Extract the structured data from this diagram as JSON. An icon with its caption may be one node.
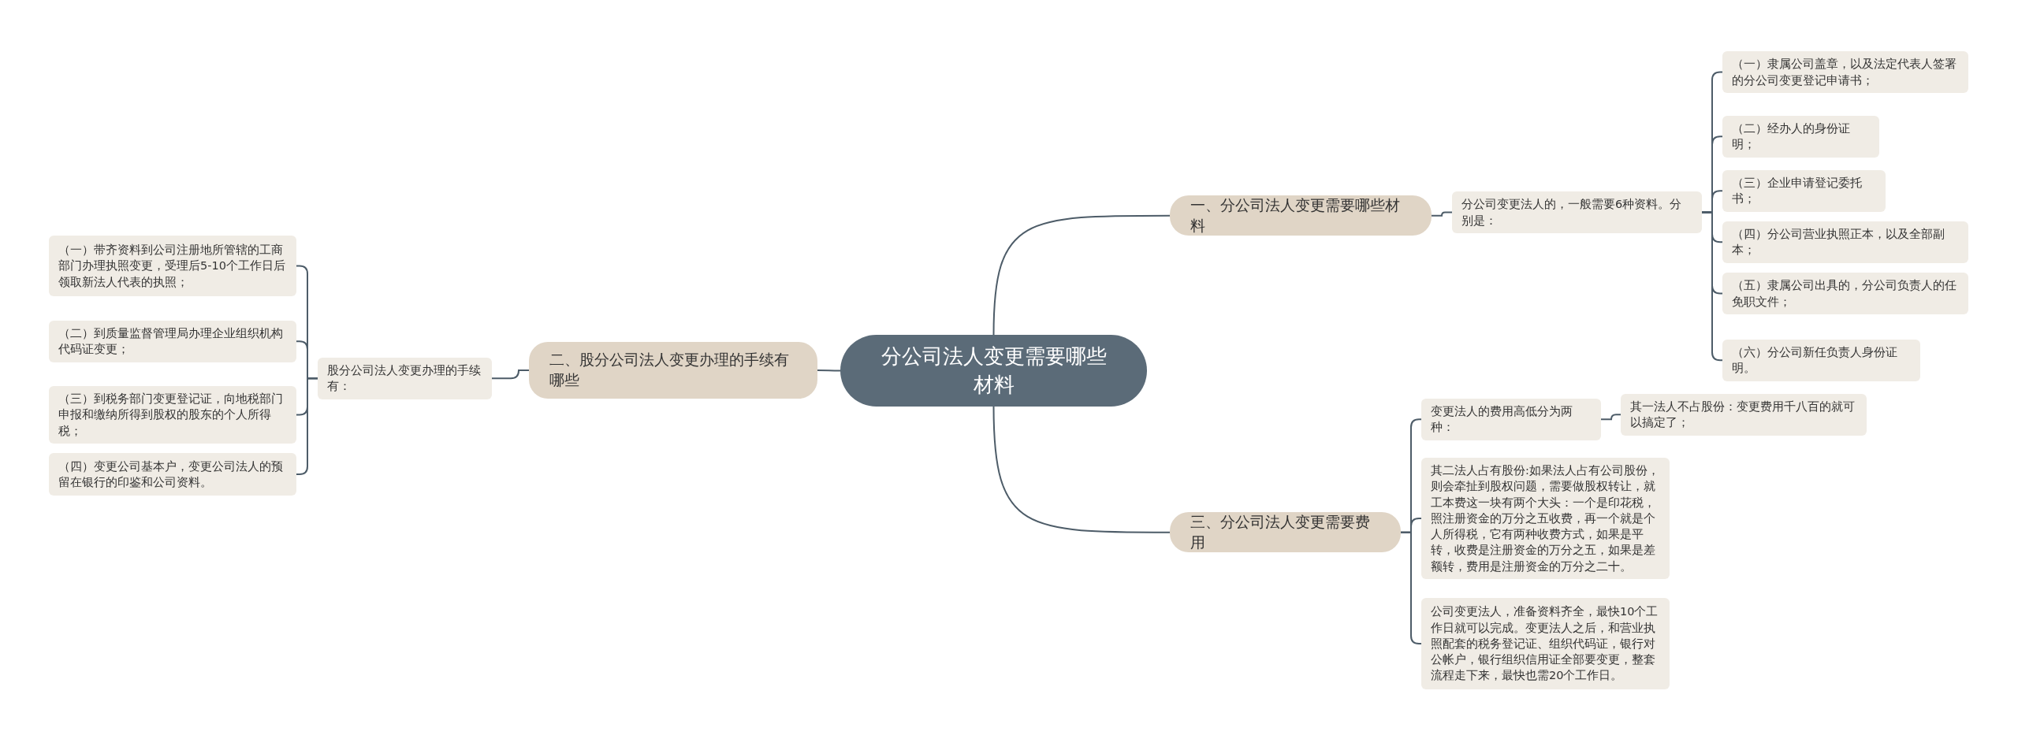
{
  "diagram": {
    "nodes": [
      {
        "text": [
          "分公司法人变更需要哪些材料"
        ]
      },
      {
        "text": [
          "一、分公司法人变更需要哪些材料"
        ]
      },
      {
        "text": [
          "分公司变更法人的，一般需要6种资料。分别是："
        ]
      },
      {
        "text": [
          "（一）隶属公司盖章，以及法定代表人签署的分公司变更登记申请书；"
        ]
      },
      {
        "text": [
          "（二）经办人的身份证明；"
        ]
      },
      {
        "text": [
          "（三）企业申请登记委托书；"
        ]
      },
      {
        "text": [
          "（四）分公司营业执照正本，以及全部副本；"
        ]
      },
      {
        "text": [
          "（五）隶属公司出具的，分公司负责人的任免职文件；"
        ]
      },
      {
        "text": [
          "（六）分公司新任负责人身份证明。"
        ]
      },
      {
        "text": [
          "二、股分公司法人变更办理的手续有哪些"
        ]
      },
      {
        "text": [
          "股分公司法人变更办理的手续有："
        ]
      },
      {
        "text": [
          "（一）带齐资料到公司注册地所管辖的工商部门办理执照变更，受理后5-10个工作日后领取新法人代表的执照；"
        ]
      },
      {
        "text": [
          "（二）到质量监督管理局办理企业组织机构代码证变更；"
        ]
      },
      {
        "text": [
          "（三）到税务部门变更登记证，向地税部门申报和缴纳所得到股权的股东的个人所得税；"
        ]
      },
      {
        "text": [
          "（四）变更公司基本户，变更公司法人的预留在银行的印鉴和公司资料。"
        ]
      },
      {
        "text": [
          "三、分公司法人变更需要费用"
        ]
      },
      {
        "text": [
          "变更法人的费用高低分为两种："
        ]
      },
      {
        "text": [
          "其一法人不占股份：变更费用千八百的就可以搞定了；"
        ]
      },
      {
        "text": [
          "其二法人占有股份:如果法人占有公司股份，则会牵扯到股权问题，需要做股权转让，就工本费这一块有两个大头：一个是印花税，照注册资金的万分之五收费，再一个就是个人所得税，它有两种收费方式，如果是平转，收费是注册资金的万分之五，如果是差额转，费用是注册资金的万分之二十。"
        ]
      },
      {
        "text": [
          "公司变更法人，准备资料齐全，最快10个工作日就可以完成。变更法人之后，和营业执照配套的税务登记证、组织代码证，银行对公帐户，银行组织信用证全部要变更，整套流程走下来，最快也需20个工作日。"
        ]
      }
    ],
    "edges": [
      {
        "from": 0,
        "to": 1,
        "arrow": "none"
      },
      {
        "from": 1,
        "to": 2,
        "arrow": "none"
      },
      {
        "from": 2,
        "to": 3,
        "arrow": "none"
      },
      {
        "from": 2,
        "to": 4,
        "arrow": "none"
      },
      {
        "from": 2,
        "to": 5,
        "arrow": "none"
      },
      {
        "from": 2,
        "to": 6,
        "arrow": "none"
      },
      {
        "from": 2,
        "to": 7,
        "arrow": "none"
      },
      {
        "from": 2,
        "to": 8,
        "arrow": "none"
      },
      {
        "from": 0,
        "to": 9,
        "arrow": "none"
      },
      {
        "from": 9,
        "to": 10,
        "arrow": "none"
      },
      {
        "from": 10,
        "to": 11,
        "arrow": "none"
      },
      {
        "from": 10,
        "to": 12,
        "arrow": "none"
      },
      {
        "from": 10,
        "to": 13,
        "arrow": "none"
      },
      {
        "from": 10,
        "to": 14,
        "arrow": "none"
      },
      {
        "from": 0,
        "to": 15,
        "arrow": "none"
      },
      {
        "from": 15,
        "to": 16,
        "arrow": "none"
      },
      {
        "from": 16,
        "to": 17,
        "arrow": "none"
      },
      {
        "from": 15,
        "to": 18,
        "arrow": "none"
      },
      {
        "from": 15,
        "to": 19,
        "arrow": "none"
      }
    ]
  }
}
